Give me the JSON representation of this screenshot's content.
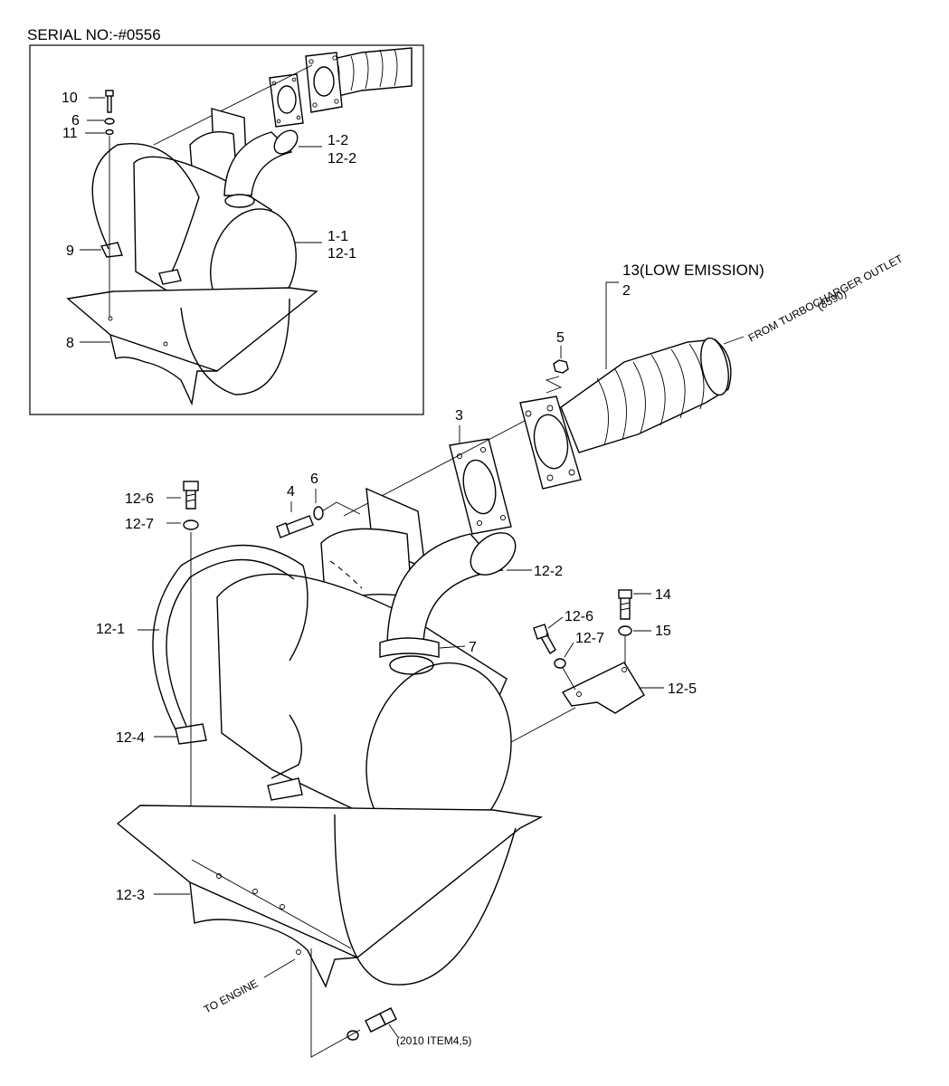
{
  "serial_header": "SERIAL NO:-#0556",
  "inset_labels": {
    "bolt": "10",
    "washer": "6",
    "lock_washer": "11",
    "elbow_a": "1-2",
    "elbow_b": "12-2",
    "muffler_a": "1-1",
    "muffler_b": "12-1",
    "band": "9",
    "bracket": "8"
  },
  "main_labels": {
    "low_emission": "13(LOW EMISSION)",
    "pipe": "2",
    "nut": "5",
    "gasket": "3",
    "bolt_4": "4",
    "washer_6": "6",
    "bolt_12_6": "12-6",
    "washer_12_7": "12-7",
    "muffler": "12-1",
    "elbow": "12-2",
    "clamp": "7",
    "bolt_14": "14",
    "washer_15": "15",
    "bolt_12_6_right": "12-6",
    "washer_12_7_right": "12-7",
    "bracket_12_5": "12-5",
    "band_12_4": "12-4",
    "bracket_12_3": "12-3"
  },
  "annotations": {
    "turbo_outlet": "FROM TURBOCHARGER OUTLET",
    "turbo_ref": "(8590)",
    "to_engine": "TO ENGINE",
    "item_ref": "(2010 ITEM4,5)"
  },
  "icons": [
    "muffler-icon",
    "bellows-pipe-icon",
    "bolt-icon",
    "washer-icon",
    "bracket-icon",
    "gasket-icon"
  ]
}
